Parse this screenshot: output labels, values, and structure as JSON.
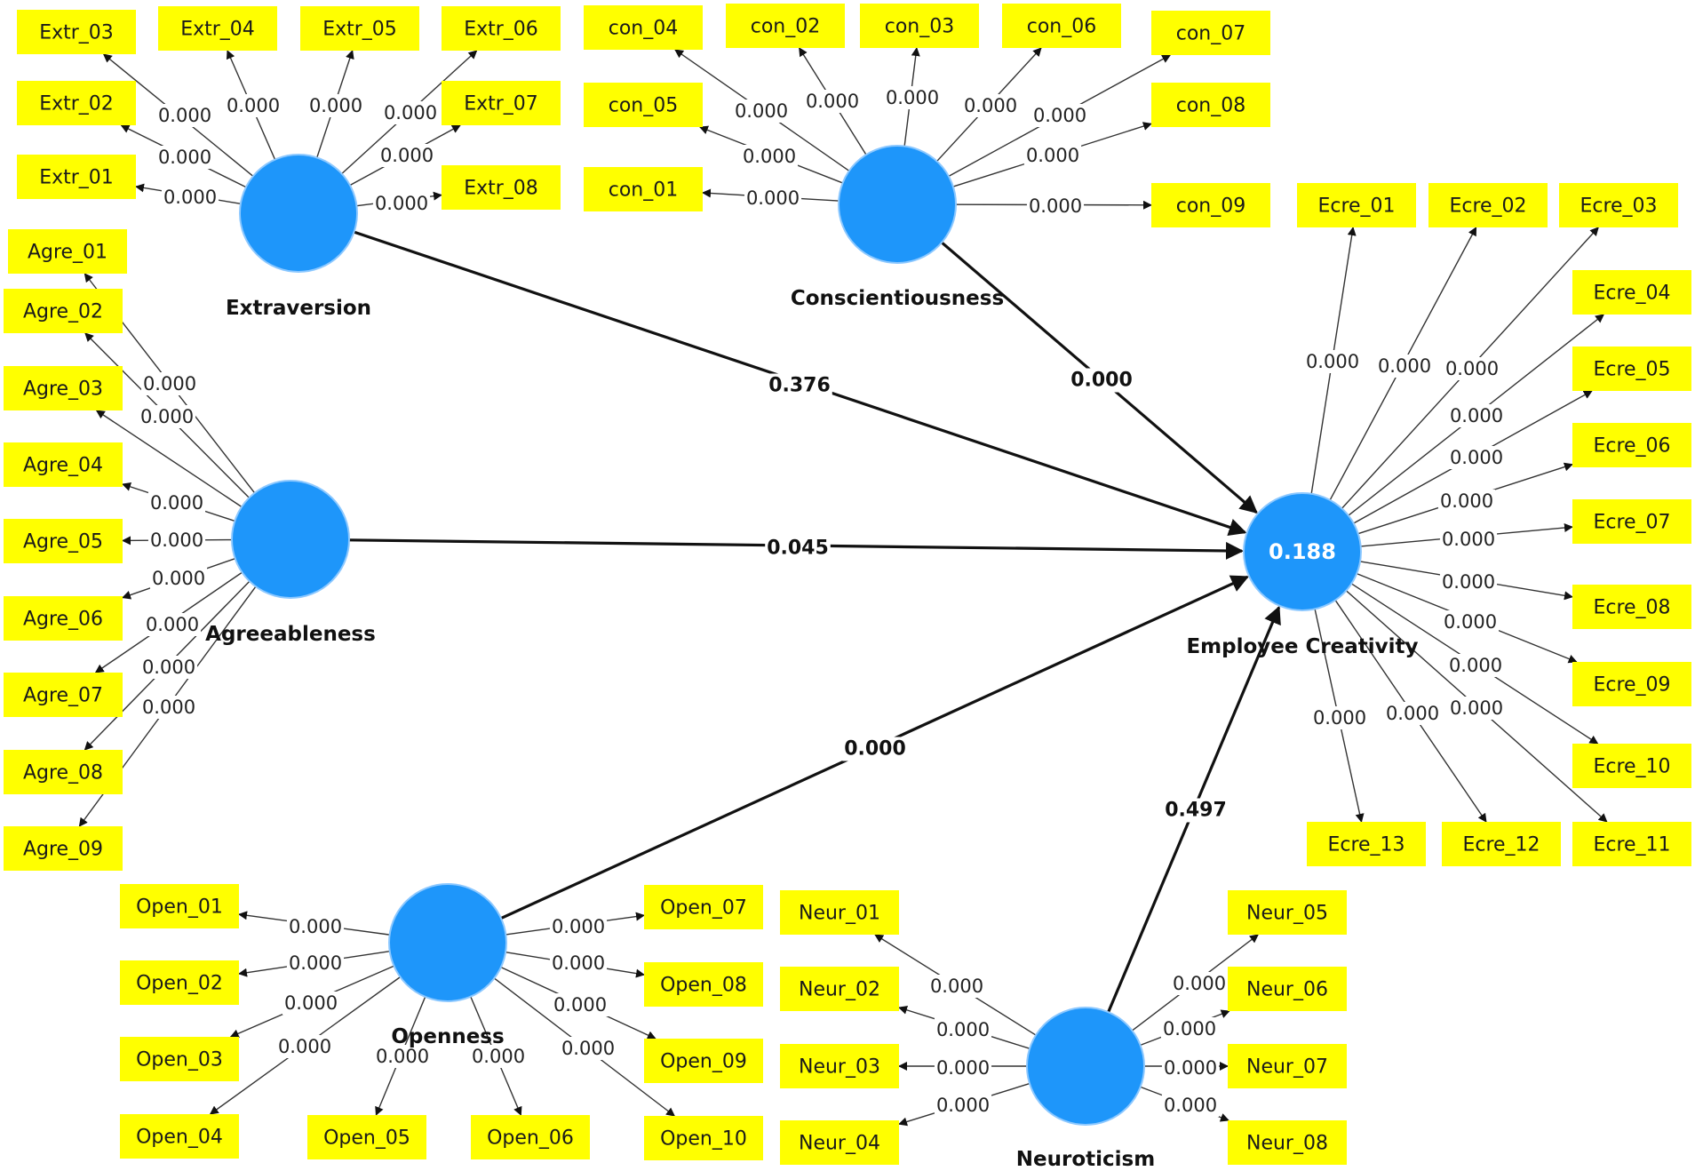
{
  "latents": [
    {
      "id": "extraversion",
      "label": "Extraversion",
      "value": ""
    },
    {
      "id": "conscientiousness",
      "label": "Conscientiousness",
      "value": ""
    },
    {
      "id": "agreeableness",
      "label": "Agreeableness",
      "value": ""
    },
    {
      "id": "openness",
      "label": "Openness",
      "value": ""
    },
    {
      "id": "neuroticism",
      "label": "Neuroticism",
      "value": ""
    },
    {
      "id": "creativity",
      "label": "Employee Creativity",
      "value": "0.188"
    }
  ],
  "paths": [
    {
      "from": "extraversion",
      "to": "creativity",
      "value": "0.376"
    },
    {
      "from": "conscientiousness",
      "to": "creativity",
      "value": "0.000"
    },
    {
      "from": "agreeableness",
      "to": "creativity",
      "value": "0.045"
    },
    {
      "from": "openness",
      "to": "creativity",
      "value": "0.000"
    },
    {
      "from": "neuroticism",
      "to": "creativity",
      "value": "0.497"
    }
  ],
  "indicators": [
    {
      "name": "Extr_03",
      "latent": "extraversion",
      "loading": "0.000"
    },
    {
      "name": "Extr_04",
      "latent": "extraversion",
      "loading": "0.000"
    },
    {
      "name": "Extr_05",
      "latent": "extraversion",
      "loading": "0.000"
    },
    {
      "name": "Extr_06",
      "latent": "extraversion",
      "loading": "0.000"
    },
    {
      "name": "Extr_02",
      "latent": "extraversion",
      "loading": "0.000"
    },
    {
      "name": "Extr_07",
      "latent": "extraversion",
      "loading": "0.000"
    },
    {
      "name": "Extr_01",
      "latent": "extraversion",
      "loading": "0.000"
    },
    {
      "name": "Extr_08",
      "latent": "extraversion",
      "loading": "0.000"
    },
    {
      "name": "con_04",
      "latent": "conscientiousness",
      "loading": "0.000"
    },
    {
      "name": "con_02",
      "latent": "conscientiousness",
      "loading": "0.000"
    },
    {
      "name": "con_03",
      "latent": "conscientiousness",
      "loading": "0.000"
    },
    {
      "name": "con_06",
      "latent": "conscientiousness",
      "loading": "0.000"
    },
    {
      "name": "con_07",
      "latent": "conscientiousness",
      "loading": "0.000"
    },
    {
      "name": "con_05",
      "latent": "conscientiousness",
      "loading": "0.000"
    },
    {
      "name": "con_08",
      "latent": "conscientiousness",
      "loading": "0.000"
    },
    {
      "name": "con_01",
      "latent": "conscientiousness",
      "loading": "0.000"
    },
    {
      "name": "con_09",
      "latent": "conscientiousness",
      "loading": "0.000"
    },
    {
      "name": "Agre_01",
      "latent": "agreeableness",
      "loading": ""
    },
    {
      "name": "Agre_02",
      "latent": "agreeableness",
      "loading": "0.000"
    },
    {
      "name": "Agre_03",
      "latent": "agreeableness",
      "loading": "0.000"
    },
    {
      "name": "Agre_04",
      "latent": "agreeableness",
      "loading": "0.000"
    },
    {
      "name": "Agre_05",
      "latent": "agreeableness",
      "loading": "0.000"
    },
    {
      "name": "Agre_06",
      "latent": "agreeableness",
      "loading": "0.000"
    },
    {
      "name": "Agre_07",
      "latent": "agreeableness",
      "loading": "0.000"
    },
    {
      "name": "Agre_08",
      "latent": "agreeableness",
      "loading": "0.000"
    },
    {
      "name": "Agre_09",
      "latent": "agreeableness",
      "loading": "0.000"
    },
    {
      "name": "Open_01",
      "latent": "openness",
      "loading": "0.000"
    },
    {
      "name": "Open_02",
      "latent": "openness",
      "loading": "0.000"
    },
    {
      "name": "Open_03",
      "latent": "openness",
      "loading": "0.000"
    },
    {
      "name": "Open_04",
      "latent": "openness",
      "loading": "0.000"
    },
    {
      "name": "Open_05",
      "latent": "openness",
      "loading": "0.000"
    },
    {
      "name": "Open_06",
      "latent": "openness",
      "loading": "0.000"
    },
    {
      "name": "Open_07",
      "latent": "openness",
      "loading": "0.000"
    },
    {
      "name": "Open_08",
      "latent": "openness",
      "loading": "0.000"
    },
    {
      "name": "Open_09",
      "latent": "openness",
      "loading": "0.000"
    },
    {
      "name": "Open_10",
      "latent": "openness",
      "loading": "0.000"
    },
    {
      "name": "Neur_01",
      "latent": "neuroticism",
      "loading": "0.000"
    },
    {
      "name": "Neur_02",
      "latent": "neuroticism",
      "loading": "0.000"
    },
    {
      "name": "Neur_03",
      "latent": "neuroticism",
      "loading": "0.000"
    },
    {
      "name": "Neur_04",
      "latent": "neuroticism",
      "loading": "0.000"
    },
    {
      "name": "Neur_05",
      "latent": "neuroticism",
      "loading": "0.000"
    },
    {
      "name": "Neur_06",
      "latent": "neuroticism",
      "loading": "0.000"
    },
    {
      "name": "Neur_07",
      "latent": "neuroticism",
      "loading": "0.000"
    },
    {
      "name": "Neur_08",
      "latent": "neuroticism",
      "loading": "0.000"
    },
    {
      "name": "Ecre_01",
      "latent": "creativity",
      "loading": "0.000"
    },
    {
      "name": "Ecre_02",
      "latent": "creativity",
      "loading": "0.000"
    },
    {
      "name": "Ecre_03",
      "latent": "creativity",
      "loading": "0.000"
    },
    {
      "name": "Ecre_04",
      "latent": "creativity",
      "loading": "0.000"
    },
    {
      "name": "Ecre_05",
      "latent": "creativity",
      "loading": "0.000"
    },
    {
      "name": "Ecre_06",
      "latent": "creativity",
      "loading": "0.000"
    },
    {
      "name": "Ecre_07",
      "latent": "creativity",
      "loading": "0.000"
    },
    {
      "name": "Ecre_08",
      "latent": "creativity",
      "loading": "0.000"
    },
    {
      "name": "Ecre_09",
      "latent": "creativity",
      "loading": "0.000"
    },
    {
      "name": "Ecre_10",
      "latent": "creativity",
      "loading": "0.000"
    },
    {
      "name": "Ecre_11",
      "latent": "creativity",
      "loading": "0.000"
    },
    {
      "name": "Ecre_12",
      "latent": "creativity",
      "loading": "0.000"
    },
    {
      "name": "Ecre_13",
      "latent": "creativity",
      "loading": "0.000"
    }
  ],
  "colors": {
    "latent_fill": "#1e96fa",
    "indicator_fill": "#ffff00",
    "line": "#111111"
  }
}
